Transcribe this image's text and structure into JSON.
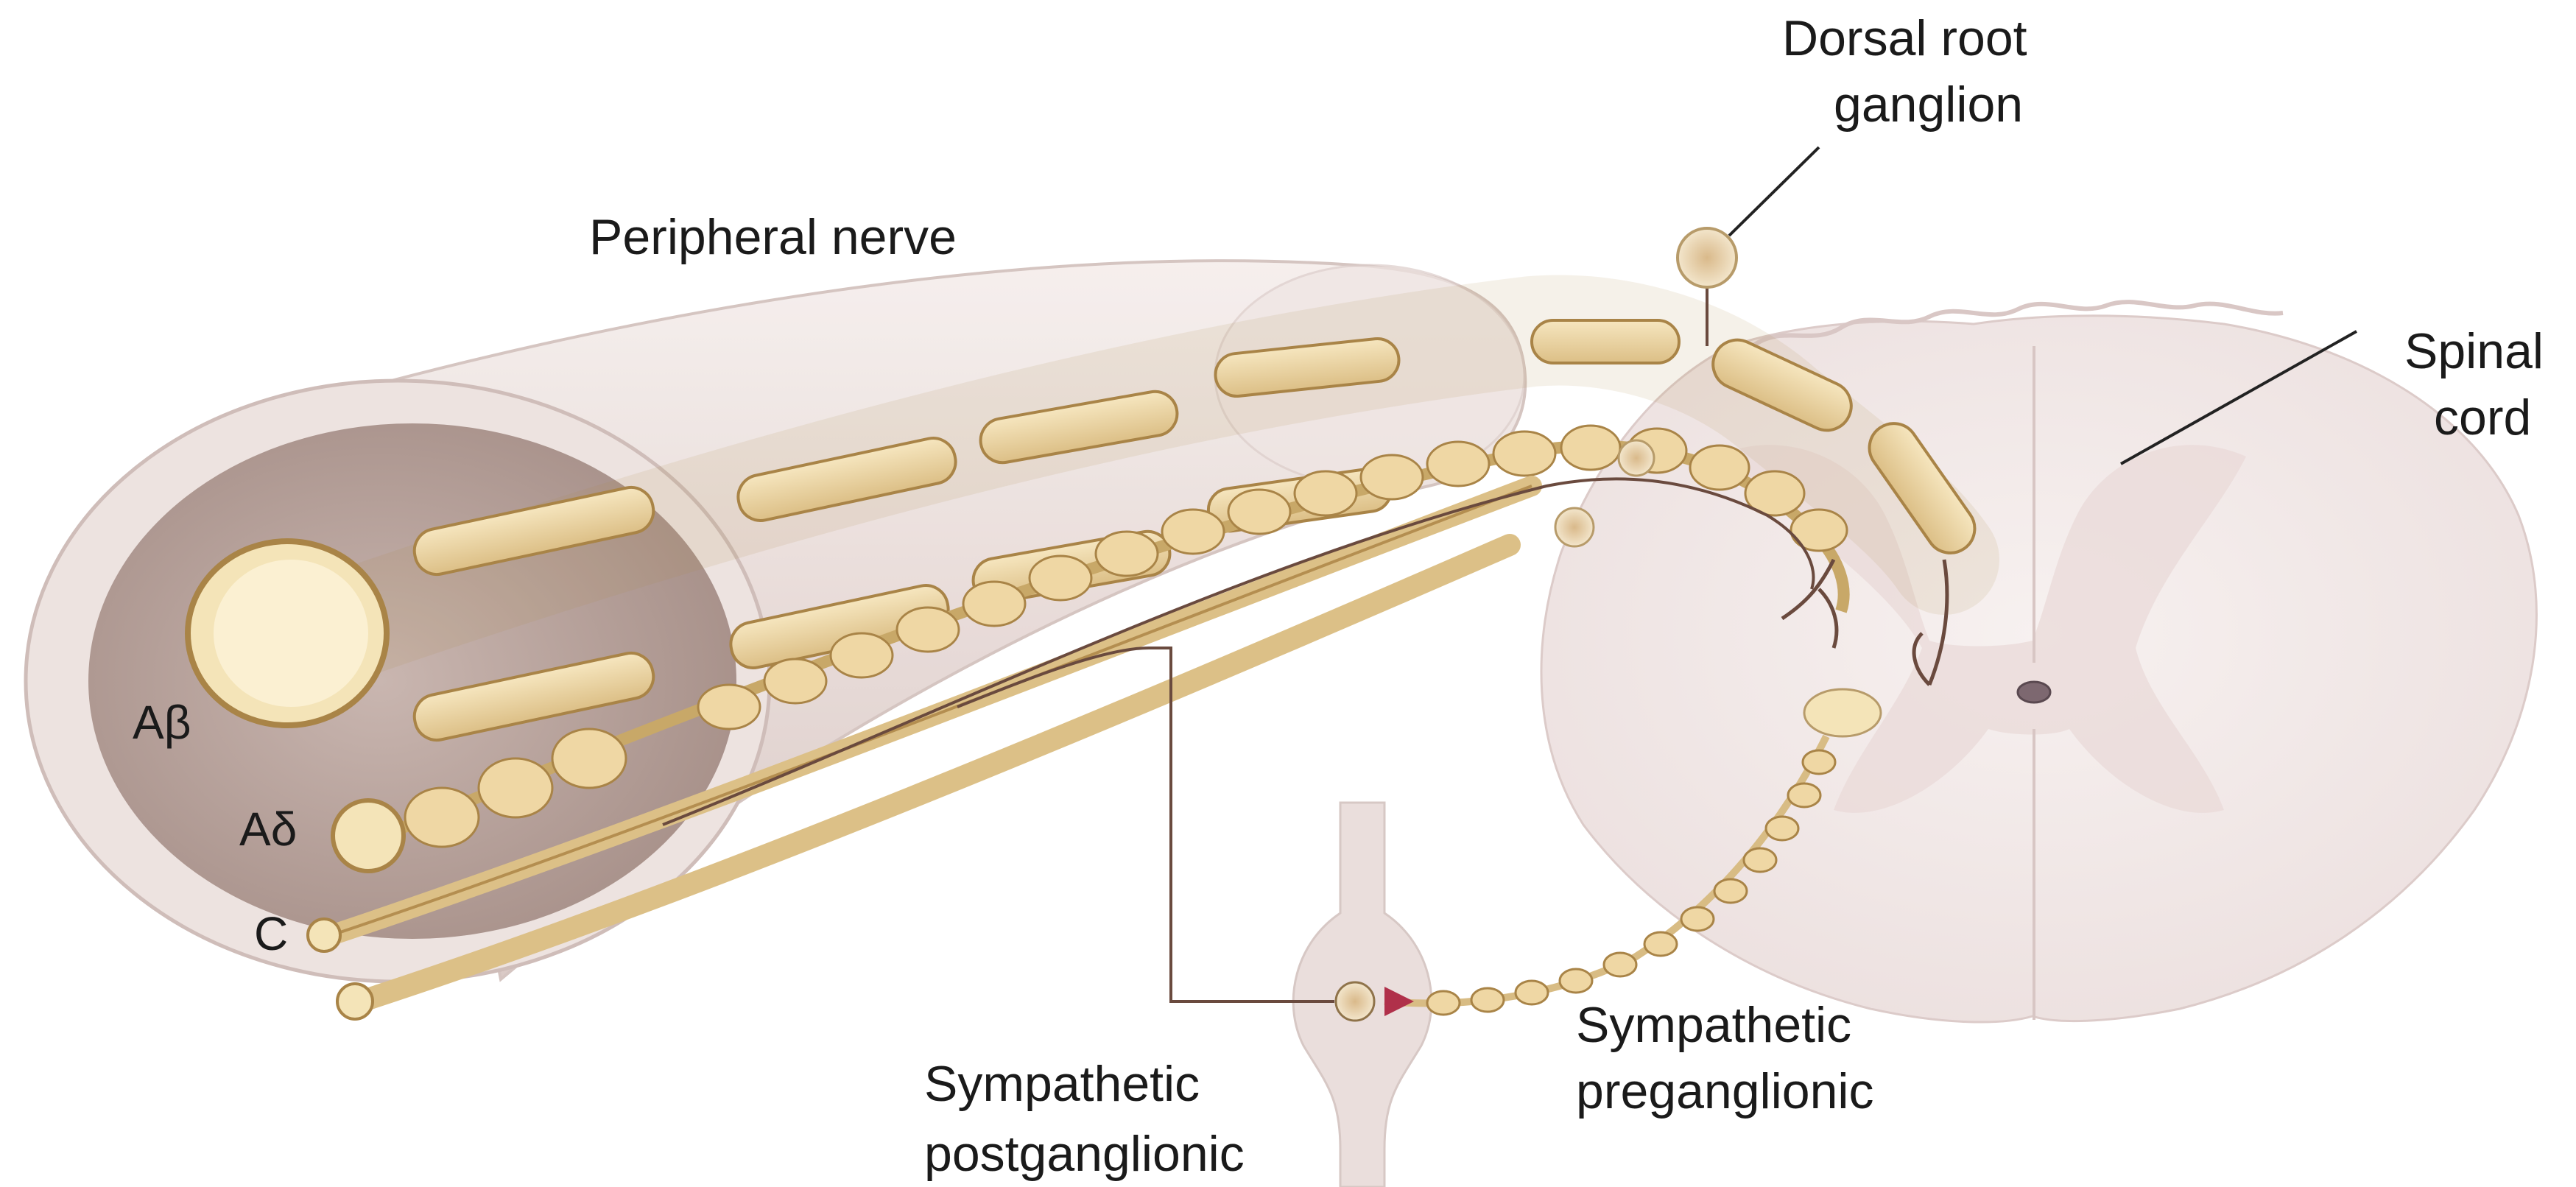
{
  "labels": {
    "dorsal_root_ganglion": [
      "Dorsal root",
      "ganglion"
    ],
    "peripheral_nerve": "Peripheral nerve",
    "spinal_cord": [
      "Spinal",
      "cord"
    ],
    "a_beta": "Aβ",
    "a_delta": "Aδ",
    "c_fiber": "C",
    "sympathetic_preganglionic": [
      "Sympathetic",
      "preganglionic"
    ],
    "sympathetic_postganglionic": [
      "Sympathetic",
      "postganglionic"
    ]
  },
  "colors": {
    "nerve_sheath": "#eadfdc",
    "nerve_inner": "#b8a39d",
    "myelin": "#e8cf9c",
    "myelin_edge": "#b08a4c",
    "axon_core": "#f4e7c5",
    "spinal_white": "#f3ebea",
    "spinal_gray": "#e6d3d2",
    "synapse_red": "#b0304a",
    "thin_fiber": "#6a4a3e"
  }
}
